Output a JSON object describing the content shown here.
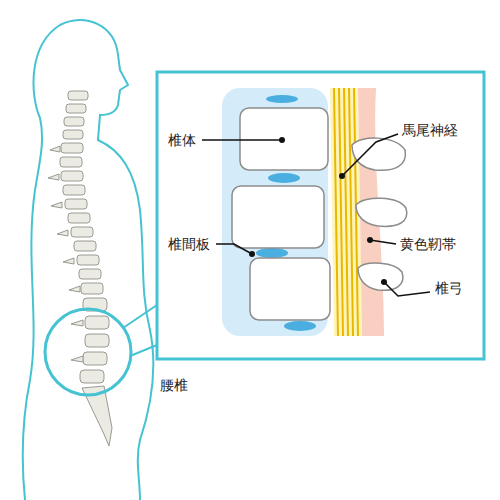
{
  "diagram": {
    "labels": [
      "椎体",
      "馬尾神経",
      "椎間板",
      "黄色靭帯",
      "椎弓",
      "腰椎"
    ]
  }
}
